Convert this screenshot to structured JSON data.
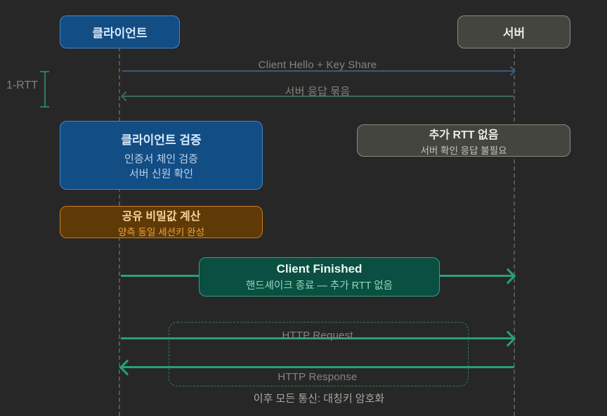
{
  "colors": {
    "bg": "#272727",
    "panel_blue": "#124d84",
    "panel_blue_border": "#4585c4",
    "blue_title": "#d9e8f8",
    "blue_body": "#b9d3ee",
    "panel_gray": "#454540",
    "panel_gray_border": "#8b8b82",
    "gray_title": "#eceae2",
    "gray_body": "#c6c4ba",
    "panel_orange": "#5f3a07",
    "panel_orange_border": "#c77f16",
    "orange_title": "#f5d49a",
    "orange_body": "#e9a33c",
    "panel_green": "#0a4f42",
    "panel_green_border": "#2ba47c",
    "green_title": "#eef7f2",
    "green_body": "#93d8b6",
    "arrow_green": "#26a17b",
    "arrow_blue": "#3c5b7d",
    "arrow_teal": "#3b6a58",
    "label_gray": "#85857d",
    "footer_gray": "#a9a89f",
    "lifeline": "#565656",
    "rtt_green": "#2e7c5e",
    "rtt_text": "#82827a"
  },
  "actors": {
    "client": {
      "label": "클라이언트"
    },
    "server": {
      "label": "서버"
    }
  },
  "timing": {
    "rtt_label": "1-RTT"
  },
  "messages": [
    {
      "label": "Client Hello + Key Share",
      "direction": "right"
    },
    {
      "label": "서버 응답 묶음",
      "direction": "left"
    },
    {
      "label": "HTTP Request",
      "direction": "right"
    },
    {
      "label": "HTTP Response",
      "direction": "left"
    }
  ],
  "notes": {
    "client_validation": {
      "title": "클라이언트 검증",
      "lines": [
        "인증서 체인 검증",
        "서버 신원 확인"
      ]
    },
    "no_extra_rtt": {
      "title": "추가 RTT 없음",
      "subtitle": "서버 확인 응답 불필요"
    },
    "shared_secret": {
      "title": "공유 비밀값 계산",
      "subtitle": "양측 동일 세션키 완성"
    },
    "client_finished": {
      "title": "Client Finished",
      "subtitle": "핸드셰이크 종료 — 추가 RTT 없음"
    }
  },
  "footer": "이후 모든 통신: 대칭키 암호화"
}
